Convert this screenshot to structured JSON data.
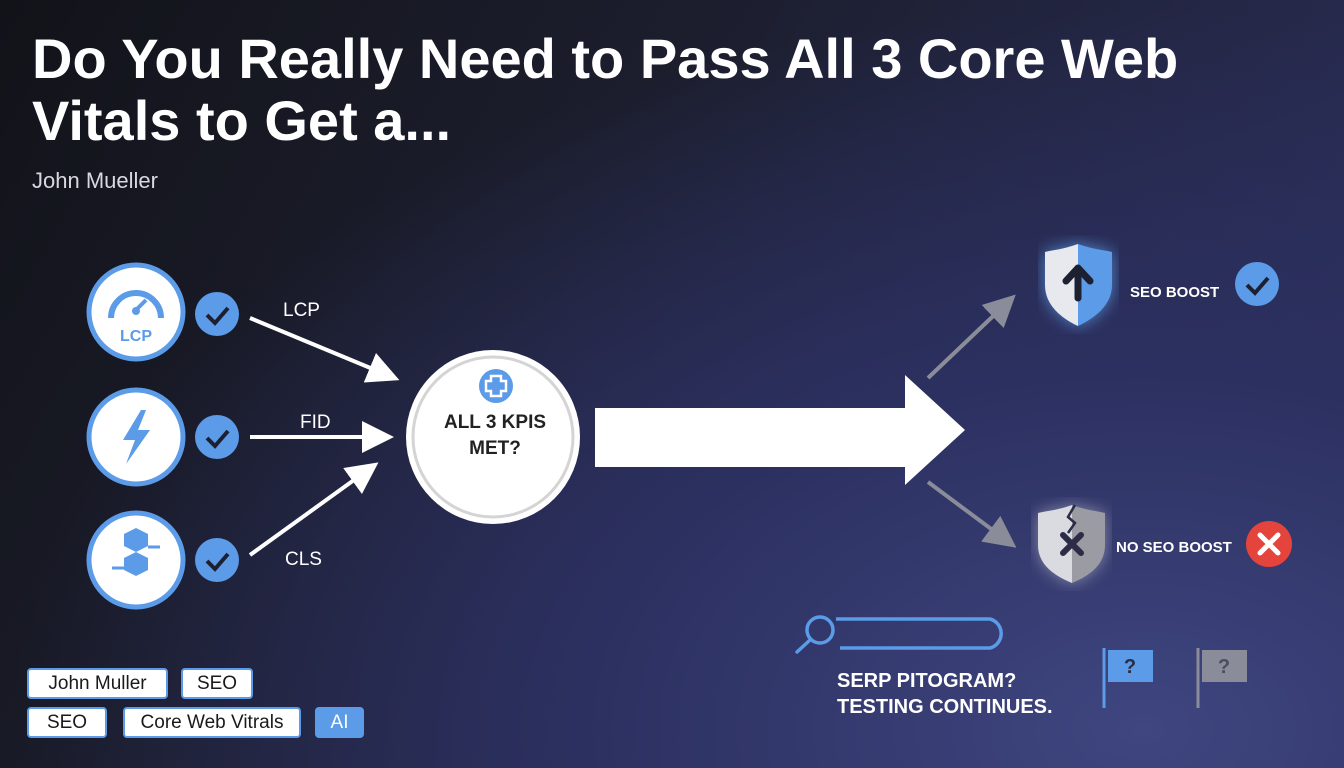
{
  "title": "Do You Really Need to Pass All 3 Core Web Vitals to Get a...",
  "author": "John Mueller",
  "metrics": [
    {
      "label": "LCP",
      "icon_text": "LCP",
      "icon": "speedometer-icon",
      "status": "check"
    },
    {
      "label": "FID",
      "icon": "lightning-icon",
      "status": "check"
    },
    {
      "label": "CLS",
      "icon": "layout-shift-icon",
      "status": "check"
    }
  ],
  "center": {
    "text": "ALL 3 KPIS MET?"
  },
  "outcomes": {
    "positive": "SEO BOOST",
    "negative": "NO SEO BOOST"
  },
  "serp": {
    "line1": "SERP PITOGRAM?",
    "line2": "TESTING CONTINUES."
  },
  "flags": [
    "?",
    "?"
  ],
  "tags": [
    "John Muller",
    "SEO",
    "SEO",
    "Core Web Vitrals",
    "AI"
  ],
  "colors": {
    "accent": "#5b9be8",
    "danger": "#e5443c"
  }
}
